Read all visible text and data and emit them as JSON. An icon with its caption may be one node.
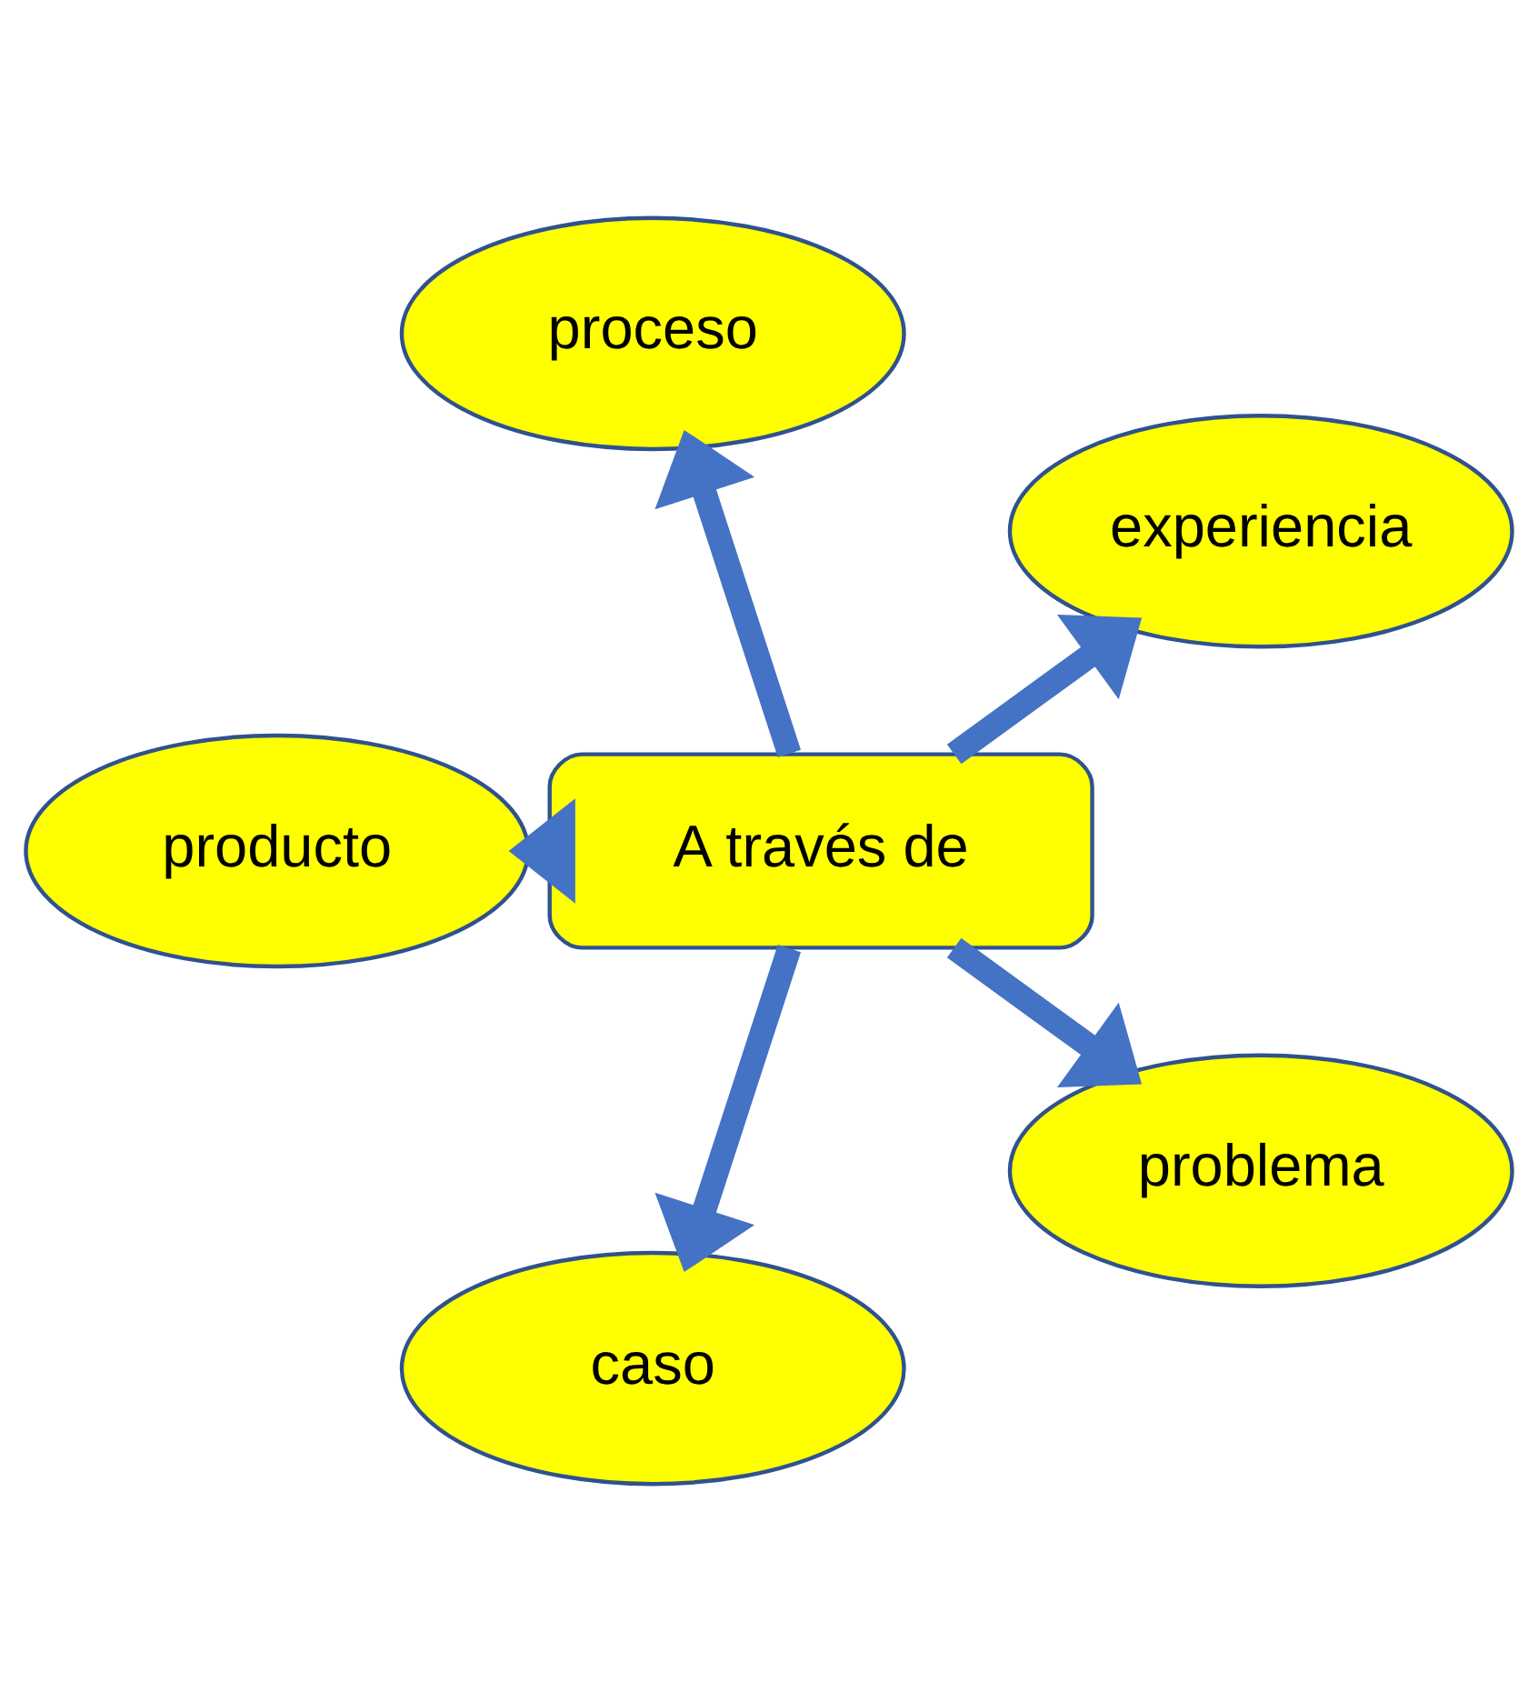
{
  "diagram": {
    "nodes": [
      {
        "text": [
          "A través de"
        ]
      },
      {
        "text": [
          "experiencia"
        ]
      },
      {
        "text": [
          "proceso"
        ]
      },
      {
        "text": [
          "producto"
        ]
      },
      {
        "text": [
          "caso"
        ]
      },
      {
        "text": [
          "problema"
        ]
      }
    ],
    "edges": [
      {
        "from": 0,
        "to": 1,
        "arrow": "to"
      },
      {
        "from": 0,
        "to": 2,
        "arrow": "to"
      },
      {
        "from": 0,
        "to": 3,
        "arrow": "to"
      },
      {
        "from": 0,
        "to": 4,
        "arrow": "to"
      },
      {
        "from": 0,
        "to": 5,
        "arrow": "to"
      }
    ]
  }
}
